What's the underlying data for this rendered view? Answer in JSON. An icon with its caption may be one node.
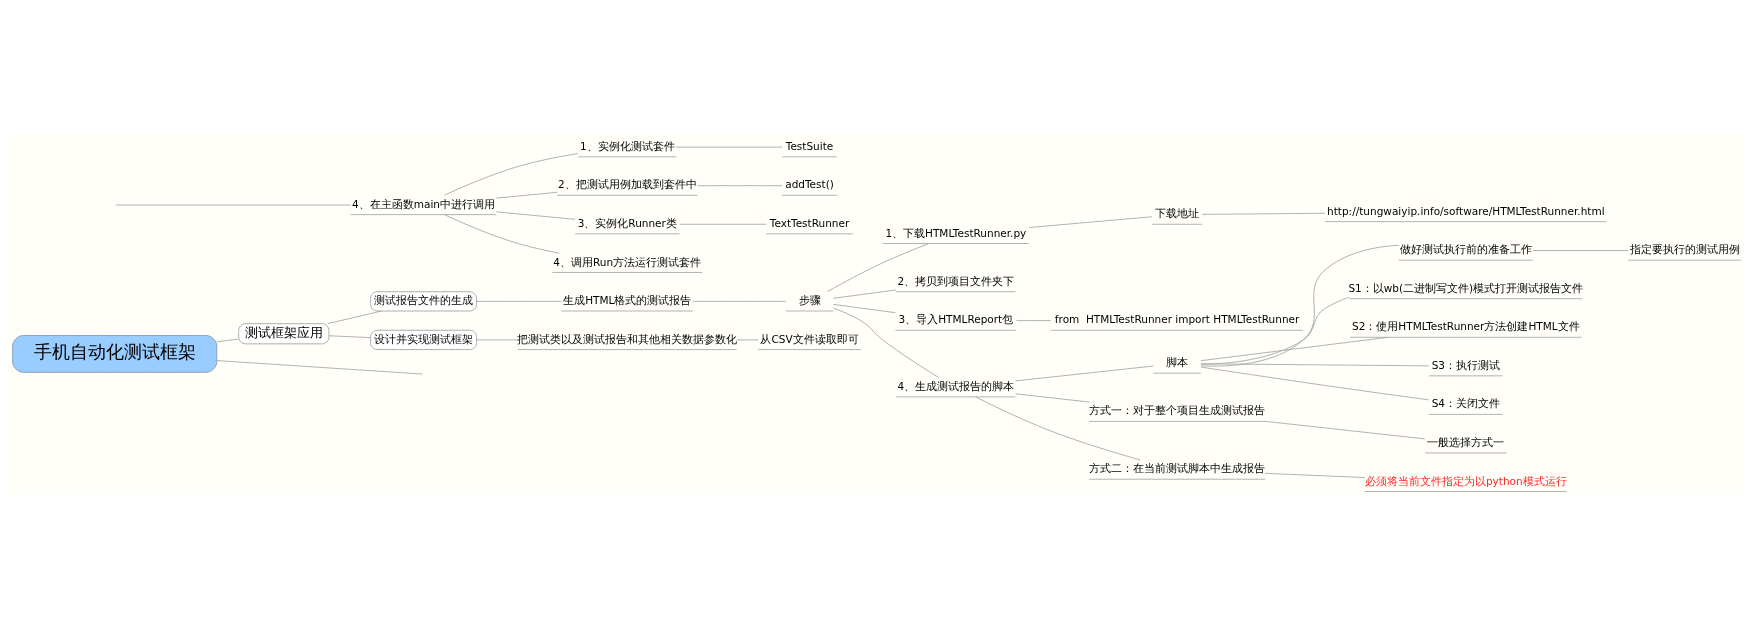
{
  "diagram": {
    "nodes": [
      {
        "text": [
          "手机自动化测试框架"
        ]
      },
      {
        "text": [
          "4、在主函数main中进行调用"
        ]
      },
      {
        "text": [
          "1、实例化测试套件"
        ]
      },
      {
        "text": [
          "TestSuite"
        ]
      },
      {
        "text": [
          "2、把测试用例加载到套件中"
        ]
      },
      {
        "text": [
          "addTest()"
        ]
      },
      {
        "text": [
          "3、实例化Runner类"
        ]
      },
      {
        "text": [
          "TextTestRunner"
        ]
      },
      {
        "text": [
          "4、调用Run方法运行测试套件"
        ]
      },
      {
        "text": [
          "测试框架应用"
        ]
      },
      {
        "text": [
          "测试报告文件的生成"
        ]
      },
      {
        "text": [
          "生成HTML格式的测试报告"
        ]
      },
      {
        "text": [
          "步骤"
        ]
      },
      {
        "text": [
          "1、下载HTMLTestRunner.py"
        ]
      },
      {
        "text": [
          "下载地址"
        ]
      },
      {
        "text": [
          "http://tungwaiyip.info/software/HTMLTestRunner.html"
        ]
      },
      {
        "text": [
          "2、拷贝到项目文件夹下"
        ]
      },
      {
        "text": [
          "3、导入HTMLReport包"
        ]
      },
      {
        "text": [
          "from  HTMLTestRunner import HTMLTestRunner"
        ]
      },
      {
        "text": [
          "4、生成测试报告的脚本"
        ]
      },
      {
        "text": [
          "脚本"
        ]
      },
      {
        "text": [
          "做好测试执行前的准备工作"
        ]
      },
      {
        "text": [
          "指定要执行的测试用例"
        ]
      },
      {
        "text": [
          "S1：以wb(二进制写文件)模式打开测试报告文件"
        ]
      },
      {
        "text": [
          "S2：使用HTMLTestRunner方法创建HTML文件"
        ]
      },
      {
        "text": [
          "S3：执行测试"
        ]
      },
      {
        "text": [
          "S4：关闭文件"
        ]
      },
      {
        "text": [
          "方式一：对于整个项目生成测试报告"
        ]
      },
      {
        "text": [
          "一般选择方式一"
        ]
      },
      {
        "text": [
          "方式二：在当前测试脚本中生成报告"
        ]
      },
      {
        "text": [
          "必须将当前文件指定为以python模式运行"
        ]
      },
      {
        "text": [
          "设计并实现测试框架"
        ]
      },
      {
        "text": [
          "把测试类以及测试报告和其他相关数据参数化"
        ]
      },
      {
        "text": [
          "从CSV文件读取即可"
        ]
      }
    ],
    "edges": [
      {
        "from": 0,
        "to": null,
        "arrow": "none"
      },
      {
        "from": null,
        "to": 1,
        "arrow": "none"
      },
      {
        "from": 1,
        "to": 2,
        "arrow": "none"
      },
      {
        "from": 2,
        "to": 3,
        "arrow": "none"
      },
      {
        "from": 1,
        "to": 4,
        "arrow": "none"
      },
      {
        "from": 4,
        "to": 5,
        "arrow": "none"
      },
      {
        "from": 1,
        "to": 6,
        "arrow": "none"
      },
      {
        "from": 6,
        "to": 7,
        "arrow": "none"
      },
      {
        "from": 1,
        "to": 8,
        "arrow": "none"
      },
      {
        "from": 0,
        "to": 9,
        "arrow": "none"
      },
      {
        "from": 9,
        "to": 10,
        "arrow": "none"
      },
      {
        "from": 10,
        "to": 11,
        "arrow": "none"
      },
      {
        "from": 11,
        "to": 12,
        "arrow": "none"
      },
      {
        "from": 12,
        "to": 13,
        "arrow": "none"
      },
      {
        "from": 13,
        "to": 14,
        "arrow": "none"
      },
      {
        "from": 14,
        "to": 15,
        "arrow": "none"
      },
      {
        "from": 12,
        "to": 16,
        "arrow": "none"
      },
      {
        "from": 12,
        "to": 17,
        "arrow": "none"
      },
      {
        "from": 17,
        "to": 18,
        "arrow": "none"
      },
      {
        "from": 12,
        "to": 19,
        "arrow": "none"
      },
      {
        "from": 19,
        "to": 20,
        "arrow": "none"
      },
      {
        "from": 20,
        "to": 21,
        "arrow": "none"
      },
      {
        "from": 21,
        "to": 22,
        "arrow": "none"
      },
      {
        "from": 20,
        "to": 23,
        "arrow": "none"
      },
      {
        "from": 20,
        "to": 24,
        "arrow": "none"
      },
      {
        "from": 20,
        "to": 25,
        "arrow": "none"
      },
      {
        "from": 20,
        "to": 26,
        "arrow": "none"
      },
      {
        "from": 19,
        "to": 27,
        "arrow": "none"
      },
      {
        "from": 27,
        "to": 28,
        "arrow": "none"
      },
      {
        "from": 19,
        "to": 29,
        "arrow": "none"
      },
      {
        "from": 29,
        "to": 30,
        "arrow": "none"
      },
      {
        "from": 9,
        "to": 31,
        "arrow": "none"
      },
      {
        "from": 31,
        "to": 32,
        "arrow": "none"
      },
      {
        "from": 32,
        "to": 33,
        "arrow": "none"
      }
    ]
  }
}
